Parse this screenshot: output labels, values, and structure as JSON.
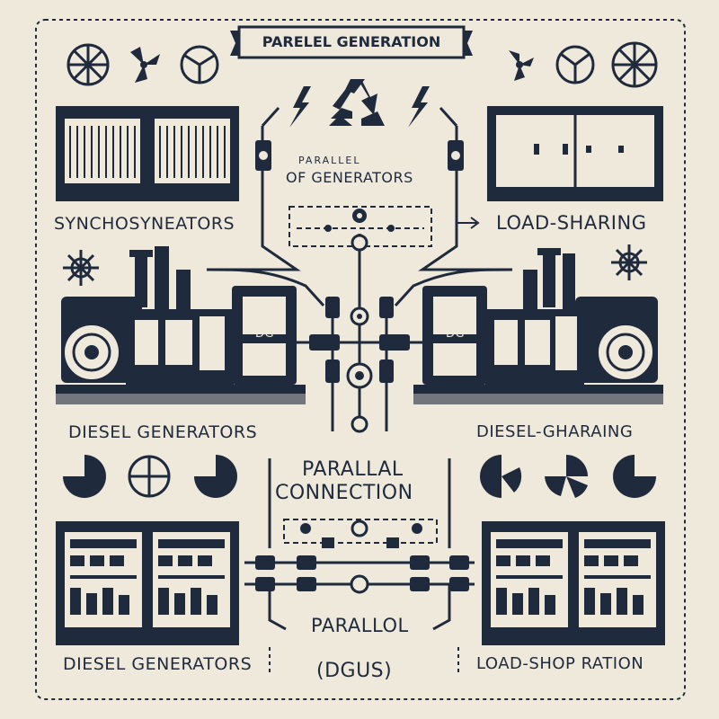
{
  "title": "PARELEL GENERATION",
  "labels": {
    "center_top_line1": "PARALLEL",
    "center_top_line2": "OF   GENERATORS",
    "synchro": "SYNCHOSYNEATORS",
    "load_sharing": "LOAD-SHARING",
    "diesel_left": "DIESEL GENERATORS",
    "diesel_right": "DIESEL-GHARAING",
    "parallel_connection_1": "PARALLAL",
    "parallel_connection_2": "CONNECTION",
    "parallol": "PARALLOL",
    "diesel_bottom": "DIESEL GENERATORS",
    "dgus": "(DGUS)",
    "load_shop": "LOAD-SHOP RATION",
    "dg_left": "DG",
    "dg_right": "DG"
  },
  "colors": {
    "navy": "#1f2a3d",
    "paper": "#efe9dc"
  },
  "icons": [
    "fan-icon",
    "recycle-icon",
    "lightning-icon",
    "gear-icon",
    "pie-icon",
    "generator-icon",
    "control-panel-icon"
  ]
}
